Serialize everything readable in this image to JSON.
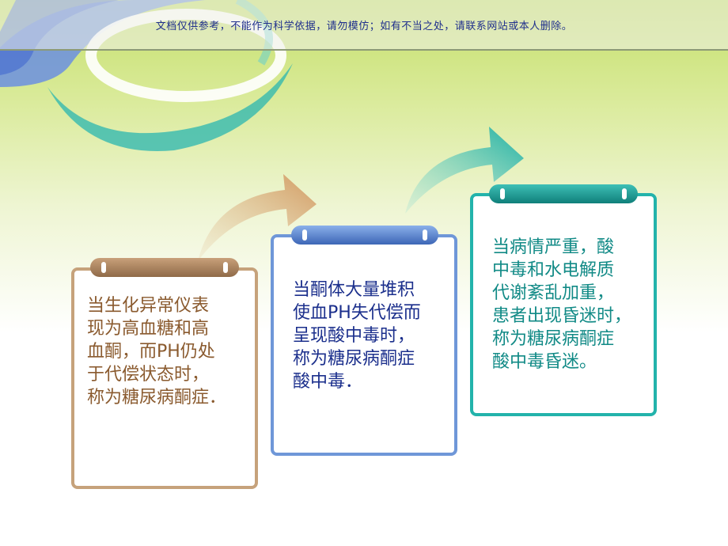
{
  "banner": {
    "text": "文档仅供参考，不能作为科学依据，请勿模仿；如有不当之处，请联系网站或本人删除。"
  },
  "colors": {
    "card1_border": "#c6a27b",
    "card1_text": "#8a5a2e",
    "card2_border": "#6f97d8",
    "card2_text": "#1b2f8c",
    "card3_border": "#23b3ab",
    "card3_text": "#118a86"
  },
  "cards": [
    {
      "text": "当生化异常仪表\n现为高血糖和高\n血酮，而PH仍处\n于代偿状态时，\n称为糖尿病酮症．"
    },
    {
      "text": "当酮体大量堆积\n使血PH失代偿而\n呈现酸中毒时，\n称为糖尿病酮症\n酸中毒．"
    },
    {
      "text": "当病情严重，酸\n中毒和水电解质\n代谢紊乱加重，\n患者出现昏迷时，\n称为糖尿病酮症\n酸中毒昏迷。"
    }
  ]
}
